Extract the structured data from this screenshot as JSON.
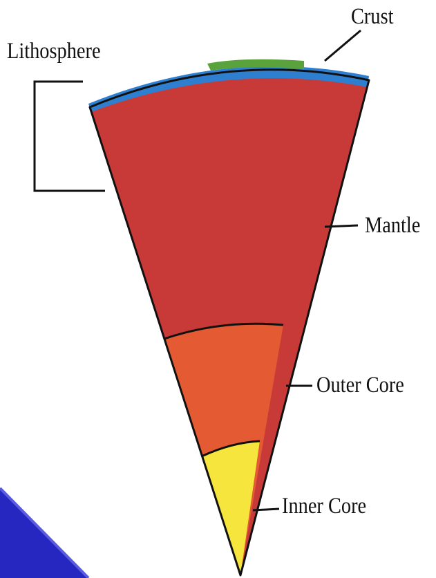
{
  "labels": {
    "crust": "Crust",
    "lithosphere": "Lithosphere",
    "mantle": "Mantle",
    "outer_core": "Outer Core",
    "inner_core": "Inner Core"
  },
  "colors": {
    "crust_ocean": "#2f7fd0",
    "crust_land": "#5aa33c",
    "mantle": "#c83a37",
    "outer_core": "#e35a33",
    "inner_core": "#f5e53c",
    "outline": "#111111",
    "corner_triangle": "#2626c0"
  }
}
